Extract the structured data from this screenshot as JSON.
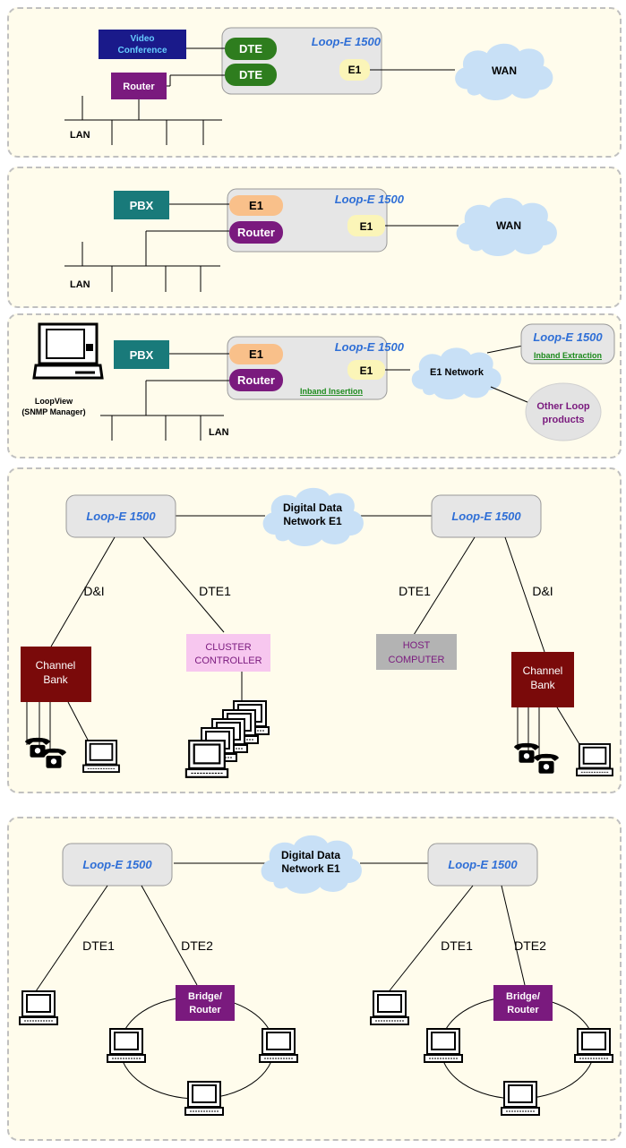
{
  "device": "Loop-E 1500",
  "wan": "WAN",
  "lan": "LAN",
  "dte": "DTE",
  "e1": "E1",
  "router": "Router",
  "pbx": "PBX",
  "video_conference": [
    "Video",
    "Conference"
  ],
  "loopview": [
    "LoopView",
    "(SNMP Manager)"
  ],
  "e1_network": "E1 Network",
  "inband_insertion": "Inband Insertion",
  "inband_extraction": "Inband Extraction",
  "other_loop": [
    "Other Loop",
    "products"
  ],
  "digital_data_network": [
    "Digital Data",
    "Network E1"
  ],
  "dni": "D&I",
  "dte1": "DTE1",
  "dte2": "DTE2",
  "channel_bank": [
    "Channel",
    "Bank"
  ],
  "cluster_controller": [
    "CLUSTER",
    "CONTROLLER"
  ],
  "host_computer": [
    "HOST",
    "COMPUTER"
  ],
  "bridge_router": [
    "Bridge/",
    "Router"
  ],
  "colors": {
    "panel_bg": "#fffcec",
    "device_box": "#e6e6e6",
    "dte_green": "#2e7d1e",
    "router_purple": "#7a1a7e",
    "pbx_teal": "#197a7a",
    "e1_yellow": "#fbf5b8",
    "e1_orange": "#f9c08a",
    "cloud": "#c8e0f6",
    "channel_bank": "#7a0a0a",
    "cluster_pink": "#f7c7ef",
    "host_gray": "#b3b3b3",
    "accent_blue": "#2f6fd6",
    "inband_green": "#1c8a1c"
  }
}
